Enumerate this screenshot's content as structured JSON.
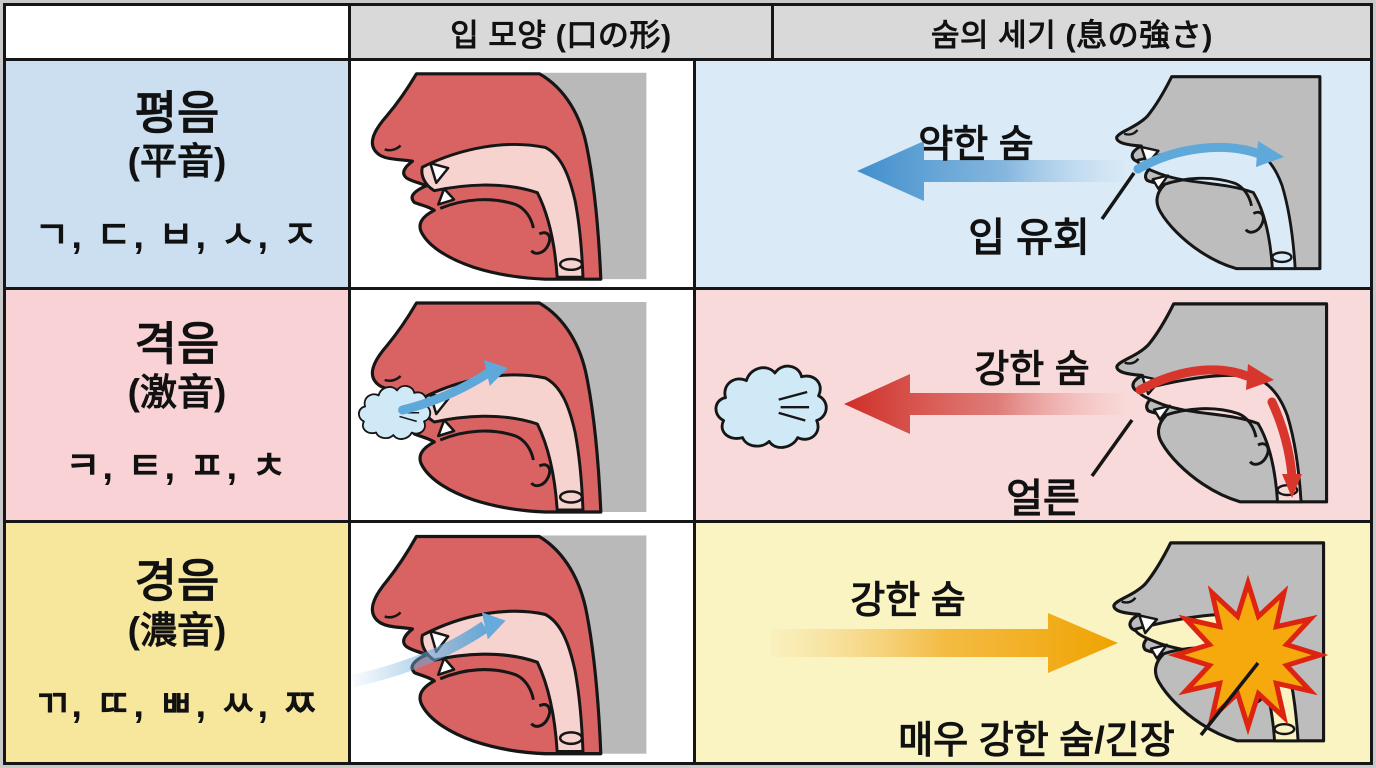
{
  "header": {
    "corner": "",
    "mouth_shape": "입 모양 (口の形)",
    "breath_strength": "숨의 세기 (息の強さ)"
  },
  "rows": [
    {
      "category": "평음",
      "hanja": "(平音)",
      "consonants": "ㄱ, ㄷ, ㅂ, ㅅ, ㅈ",
      "breath": "약한 숨",
      "note": "입 유회"
    },
    {
      "category": "격음",
      "hanja": "(激音)",
      "consonants": "ㅋ, ㅌ, ㅍ, ㅊ",
      "breath": "강한 숨",
      "note": "얼른"
    },
    {
      "category": "경음",
      "hanja": "(濃音)",
      "consonants": "ㄲ, ㄸ, ㅃ, ㅆ, ㅉ",
      "breath": "강한 숨",
      "note": "매우 강한 숨/긴장"
    }
  ],
  "colors": {
    "table_border": "#161616",
    "outer_frame": "#c9c9c9",
    "header_bg": "#d9d9d9",
    "row_plain_bg": "#cbdff0",
    "row_plain_panel_bg": "#daeaf6",
    "row_aspirated_bg": "#f8d2d5",
    "row_aspirated_panel_bg": "#f9dada",
    "row_tense_bg": "#f7e79c",
    "row_tense_panel_bg": "#faf3c2",
    "diagram_skin": "#d96363",
    "diagram_airway": "#f6d3cf",
    "diagram_gray": "#bdbdbd",
    "weak_breath_arrow": "#3f8fcc",
    "strong_breath_arrow": "#cf2d26",
    "tense_breath_arrow": "#f0a300",
    "burst_fill": "#f6a90c",
    "burst_outline": "#dd2410",
    "puff_cloud": "#cfe9f7"
  }
}
